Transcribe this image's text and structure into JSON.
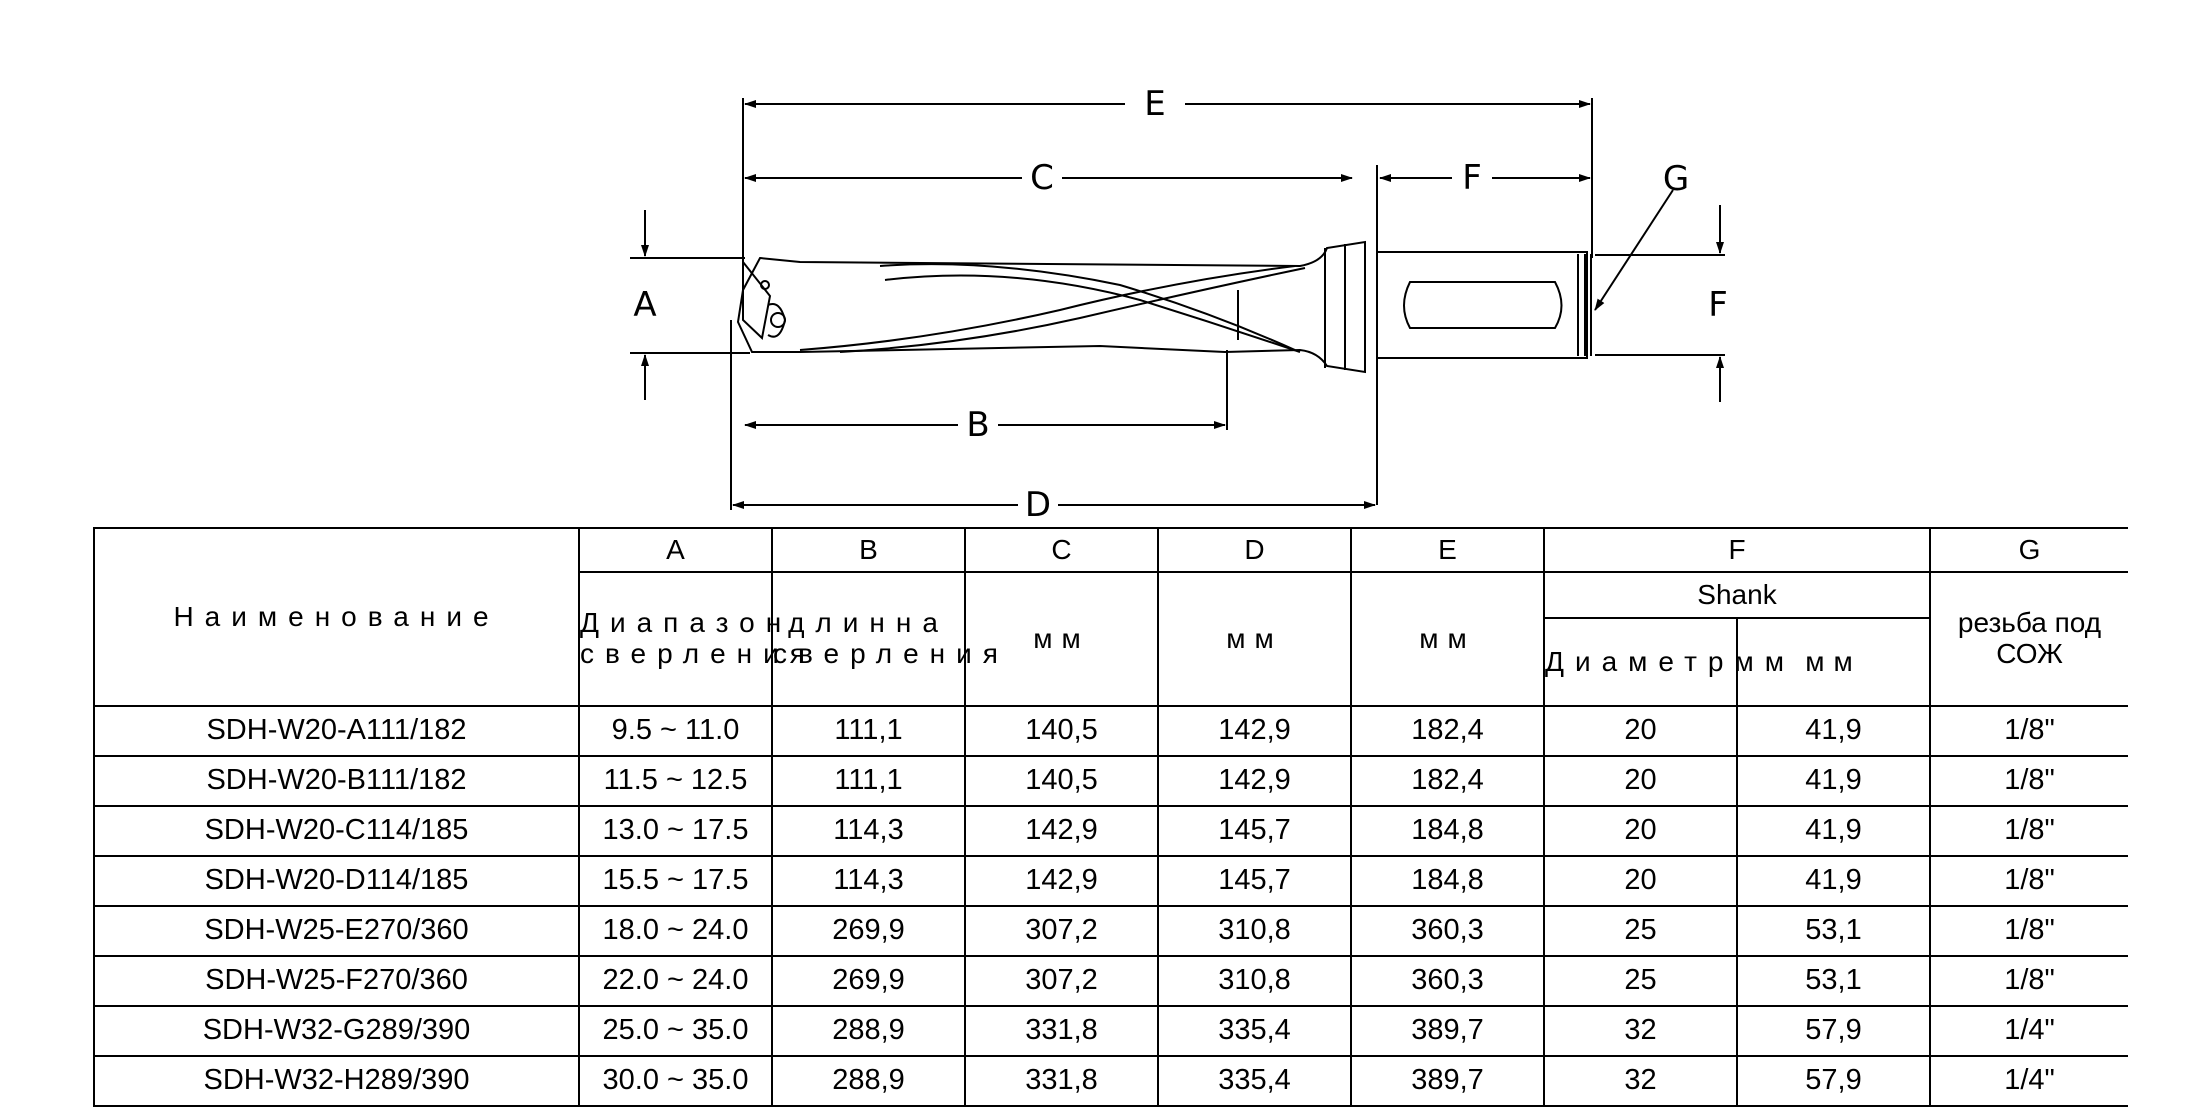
{
  "drawing": {
    "labels": {
      "A": "A",
      "B": "B",
      "C": "C",
      "D": "D",
      "E": "E",
      "F": "F",
      "F_shank": "F",
      "G": "G"
    }
  },
  "table": {
    "headers": {
      "name": "Наименование",
      "a": "A",
      "b": "B",
      "c": "C",
      "d": "D",
      "e": "E",
      "f": "F",
      "g": "G",
      "shank": "Shank",
      "a_desc": "Диапазон сверления",
      "b_desc": "длинна сверления",
      "c_unit": "мм",
      "d_unit": "мм",
      "e_unit": "мм",
      "f_diam": "Диаметрмм",
      "f_unit": "мм",
      "g_desc": "резьба под СОЖ"
    },
    "rows": [
      [
        "SDH-W20-A111/182",
        "9.5 ~ 11.0",
        "111,1",
        "140,5",
        "142,9",
        "182,4",
        "20",
        "41,9",
        "1/8\""
      ],
      [
        "SDH-W20-B111/182",
        "11.5 ~ 12.5",
        "111,1",
        "140,5",
        "142,9",
        "182,4",
        "20",
        "41,9",
        "1/8\""
      ],
      [
        "SDH-W20-C114/185",
        "13.0 ~ 17.5",
        "114,3",
        "142,9",
        "145,7",
        "184,8",
        "20",
        "41,9",
        "1/8\""
      ],
      [
        "SDH-W20-D114/185",
        "15.5 ~ 17.5",
        "114,3",
        "142,9",
        "145,7",
        "184,8",
        "20",
        "41,9",
        "1/8\""
      ],
      [
        "SDH-W25-E270/360",
        "18.0 ~ 24.0",
        "269,9",
        "307,2",
        "310,8",
        "360,3",
        "25",
        "53,1",
        "1/8\""
      ],
      [
        "SDH-W25-F270/360",
        "22.0 ~ 24.0",
        "269,9",
        "307,2",
        "310,8",
        "360,3",
        "25",
        "53,1",
        "1/8\""
      ],
      [
        "SDH-W32-G289/390",
        "25.0 ~ 35.0",
        "288,9",
        "331,8",
        "335,4",
        "389,7",
        "32",
        "57,9",
        "1/4\""
      ],
      [
        "SDH-W32-H289/390",
        "30.0 ~ 35.0",
        "288,9",
        "331,8",
        "335,4",
        "389,7",
        "32",
        "57,9",
        "1/4\""
      ]
    ]
  }
}
